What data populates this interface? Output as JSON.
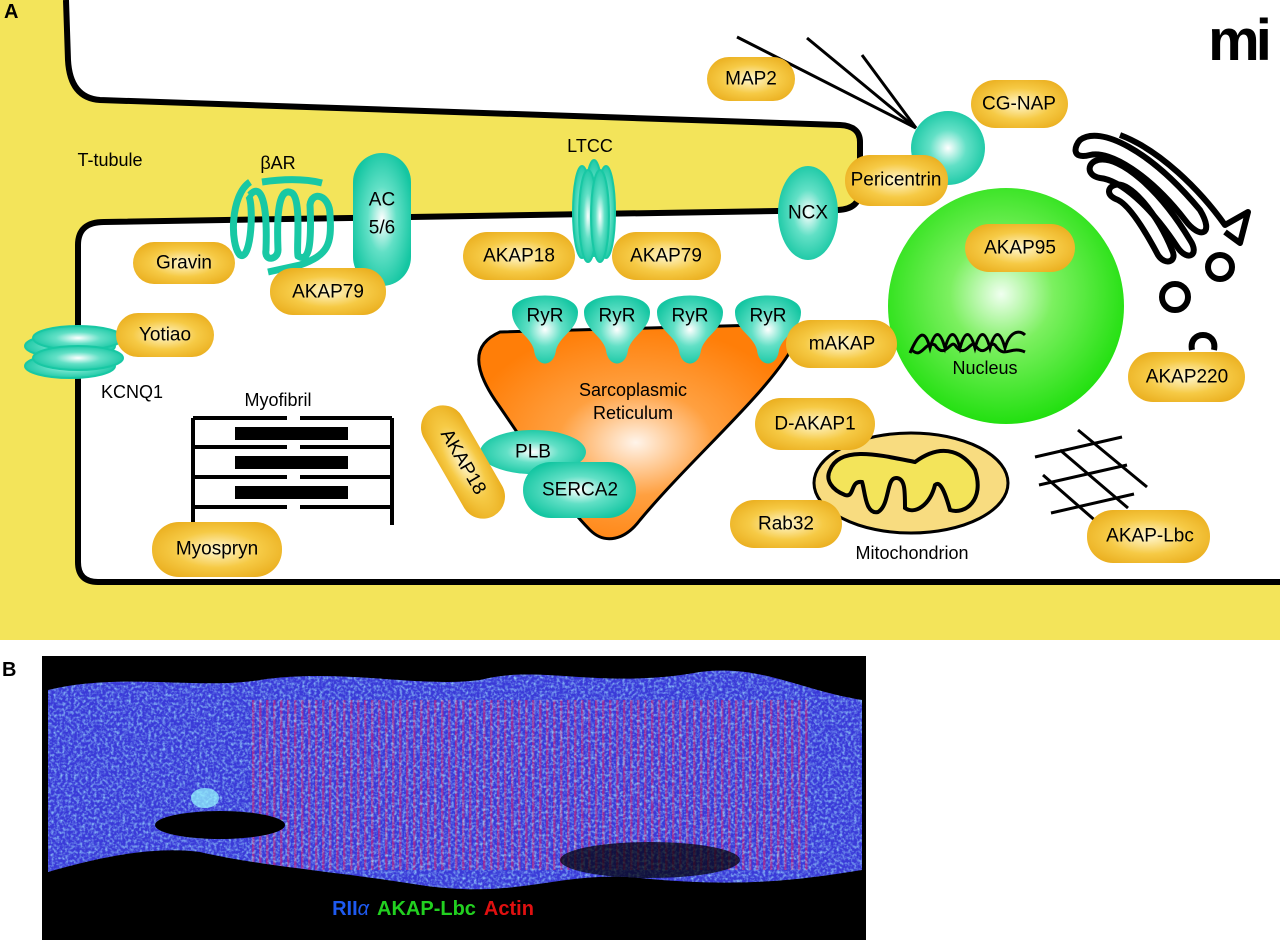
{
  "panel_a": {
    "panel_label": "A",
    "logo_text": "mi",
    "structures": {
      "t_tubule": "T-tubule",
      "beta_ar": "βAR",
      "ac": [
        "AC",
        "5/6"
      ],
      "ltcc": "LTCC",
      "ncx": "NCX",
      "kcnq1": "KCNQ1",
      "myofibril": "Myofibril",
      "sr": [
        "Sarcoplasmic",
        "Reticulum"
      ],
      "ryr": [
        "RyR",
        "RyR",
        "RyR",
        "RyR"
      ],
      "plb": "PLB",
      "serca2": "SERCA2",
      "nucleus": "Nucleus",
      "mitochondrion": "Mitochondrion"
    },
    "akaps": {
      "gravin": "Gravin",
      "akap79_left": "AKAP79",
      "akap18_top": "AKAP18",
      "akap79_right": "AKAP79",
      "yotiao": "Yotiao",
      "myospryn": "Myospryn",
      "akap18_sr": "AKAP18",
      "map2": "MAP2",
      "cg_nap": "CG-NAP",
      "pericentrin": "Pericentrin",
      "akap95": "AKAP95",
      "makap": "mAKAP",
      "akap220": "AKAP220",
      "d_akap1": "D-AKAP1",
      "rab32": "Rab32",
      "akap_lbc": "AKAP-Lbc"
    },
    "colors": {
      "extracellular": "#f3e45a",
      "akap": "#f0b830",
      "channel": "#18c8a4",
      "nucleus": "#22e010",
      "sr": "#ff8210",
      "mitochondrion": "#f8dc80"
    }
  },
  "panel_b": {
    "panel_label": "B",
    "legend": [
      {
        "label": "RII",
        "suffix": "α",
        "color": "#1e5af0"
      },
      {
        "label": "AKAP-Lbc",
        "color": "#22d020"
      },
      {
        "label": "Actin",
        "color": "#e01010"
      }
    ]
  }
}
